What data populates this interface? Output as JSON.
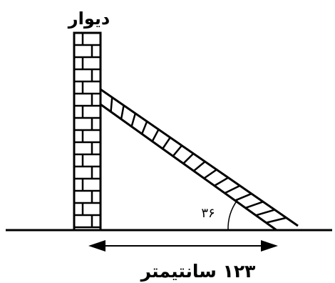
{
  "wall_label": "دیوار",
  "angle_label": "۳۶",
  "distance_label": "۱۲۳ سانتیمتر",
  "colors": {
    "ink": "#000000",
    "background": "#ffffff"
  }
}
